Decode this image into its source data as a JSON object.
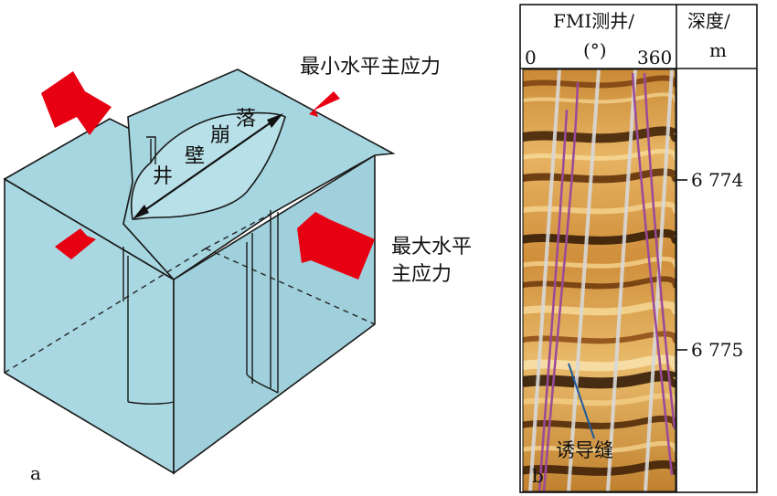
{
  "panel_a": {
    "label": "a",
    "min_stress_label": "最小水平主应力",
    "max_stress_label_line1": "最大水平",
    "max_stress_label_line2": "主应力",
    "breakout_chars": [
      "井",
      "壁",
      "崩",
      "落"
    ]
  },
  "panel_b": {
    "label": "b",
    "track_title": "FMI测井/",
    "track_unit": "(°)",
    "axis_min": "0",
    "axis_max": "360",
    "depth_title": "深度/",
    "depth_unit": "m",
    "depth_ticks": [
      "6 774",
      "6 775"
    ],
    "fracture_label": "诱导缝"
  },
  "colors": {
    "block_top": "#a6d6e0",
    "block_front": "#b4dfe8",
    "block_side": "#9fd0db",
    "arrow": "#e60012",
    "fmi_dark": "#3a1c05",
    "fmi_light": "#f2c47a",
    "fracture_line": "#9b4a9a",
    "pad_line": "#d9d9d9"
  }
}
